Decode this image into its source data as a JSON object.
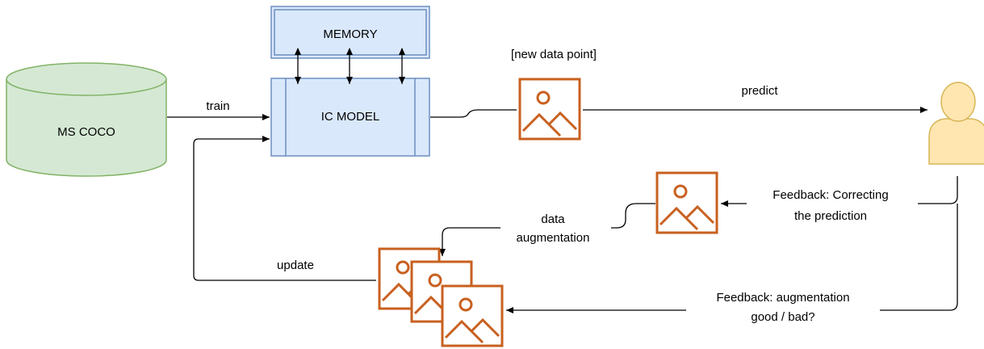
{
  "nodes": {
    "dataset": "MS COCO",
    "model": "IC MODEL",
    "memory": "MEMORY",
    "new_data_point": "[new data point]"
  },
  "edges": {
    "train": "train",
    "predict": "predict",
    "update": "update",
    "data_augmentation": [
      "data",
      "augmentation"
    ],
    "feedback_correcting": [
      "Feedback: Correcting",
      "the prediction"
    ],
    "feedback_augmentation": [
      "Feedback: augmentation",
      "good / bad?"
    ]
  },
  "colors": {
    "dataset_fill": "#d5e8d4",
    "dataset_stroke": "#82b366",
    "model_fill": "#dae8fc",
    "model_stroke": "#6c8ebf",
    "image_icon": "#c8601f",
    "user_fill": "#ffe6b0",
    "user_stroke": "#d6b656"
  }
}
